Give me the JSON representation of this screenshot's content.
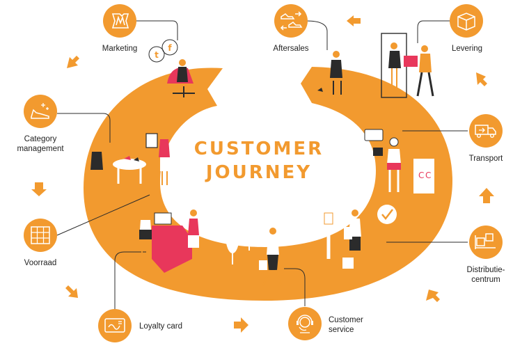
{
  "title": {
    "line1": "CUSTOMER",
    "line2": "JOURNEY"
  },
  "colors": {
    "accent": "#f29a2f",
    "figure_red": "#e8375b",
    "dark": "#2b2b2b",
    "white": "#ffffff"
  },
  "steps": [
    {
      "id": "marketing",
      "label": "Marketing",
      "icon": "megaphone-icon"
    },
    {
      "id": "aftersales",
      "label": "Aftersales",
      "icon": "shoe-exchange-icon"
    },
    {
      "id": "levering",
      "label": "Levering",
      "icon": "package-icon"
    },
    {
      "id": "transport",
      "label": "Transport",
      "icon": "truck-icon"
    },
    {
      "id": "distributiecentrum",
      "label_line1": "Distributie-",
      "label_line2": "centrum",
      "icon": "forklift-icon"
    },
    {
      "id": "customer-service",
      "label_line1": "Customer",
      "label_line2": "service",
      "icon": "headset-icon"
    },
    {
      "id": "loyalty-card",
      "label": "Loyalty card",
      "icon": "card-icon"
    },
    {
      "id": "voorraad",
      "label": "Voorraad",
      "icon": "shelves-icon"
    },
    {
      "id": "category-management",
      "label_line1": "Category",
      "label_line2": "management",
      "icon": "shoe-sparkle-icon"
    }
  ],
  "flow_direction": "counterclockwise"
}
